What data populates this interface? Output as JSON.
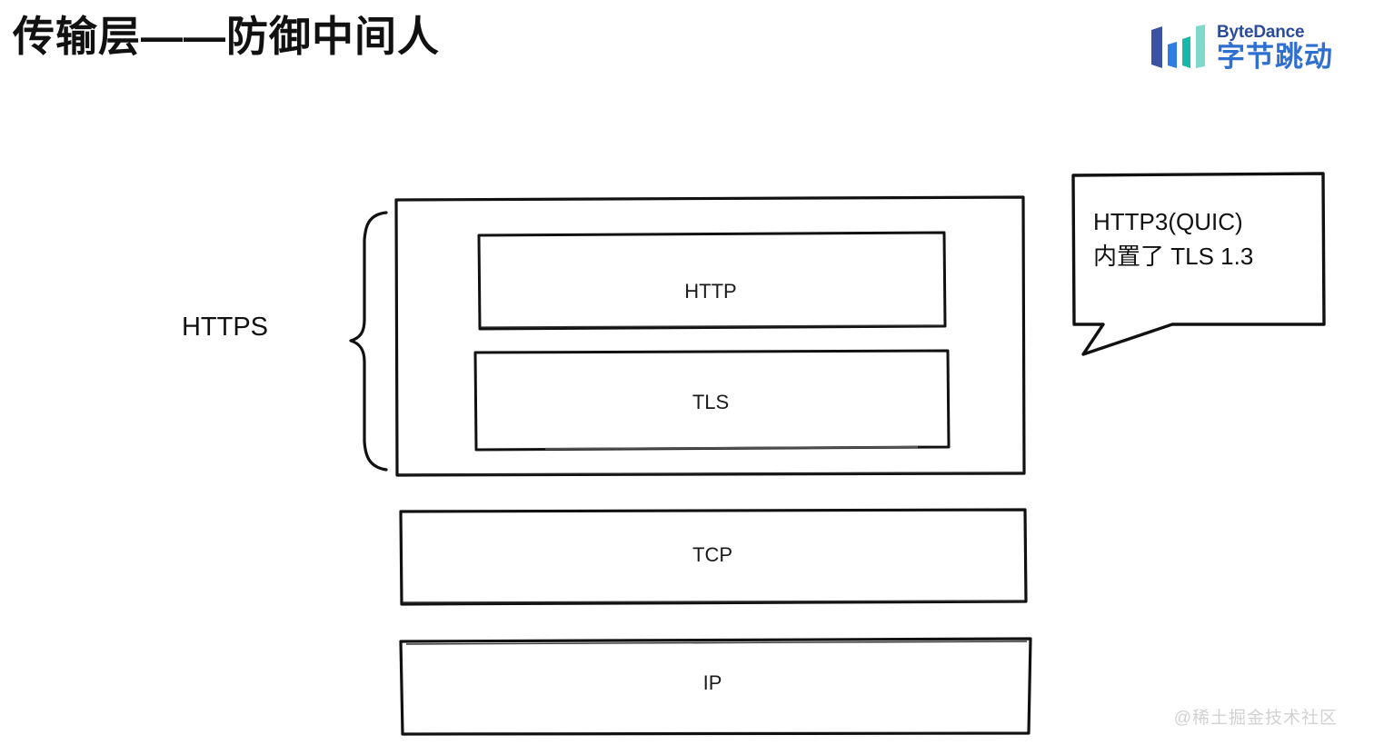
{
  "slide": {
    "title": "传输层——防御中间人",
    "background_color": "#ffffff",
    "ink_color": "#111111"
  },
  "brand": {
    "name_en": "ByteDance",
    "name_cn": "字节跳动",
    "logo_icon": "bytedance-bars-logo",
    "colors": {
      "bar_1": "#3b52a4",
      "bar_2": "#2f7de0",
      "bar_3": "#17b8a8",
      "bar_4": "#7fd9cb",
      "text_en": "#2b4b9b",
      "text_cn": "#2f6fd0"
    }
  },
  "diagram": {
    "type": "protocol-stack",
    "group_label": "HTTPS",
    "group_brace_icon": "curly-brace-left",
    "layers": [
      {
        "id": "http",
        "label": "HTTP",
        "group": "https-outer"
      },
      {
        "id": "tls",
        "label": "TLS",
        "group": "https-outer"
      },
      {
        "id": "tcp",
        "label": "TCP",
        "group": "none"
      },
      {
        "id": "ip",
        "label": "IP",
        "group": "none"
      }
    ]
  },
  "callout": {
    "shape": "speech-bubble",
    "tail_direction": "down-left",
    "lines": [
      "HTTP3(QUIC)",
      "内置了 TLS 1.3"
    ]
  },
  "watermark": {
    "text": "@稀土掘金技术社区",
    "color": "#d2d2d2"
  }
}
